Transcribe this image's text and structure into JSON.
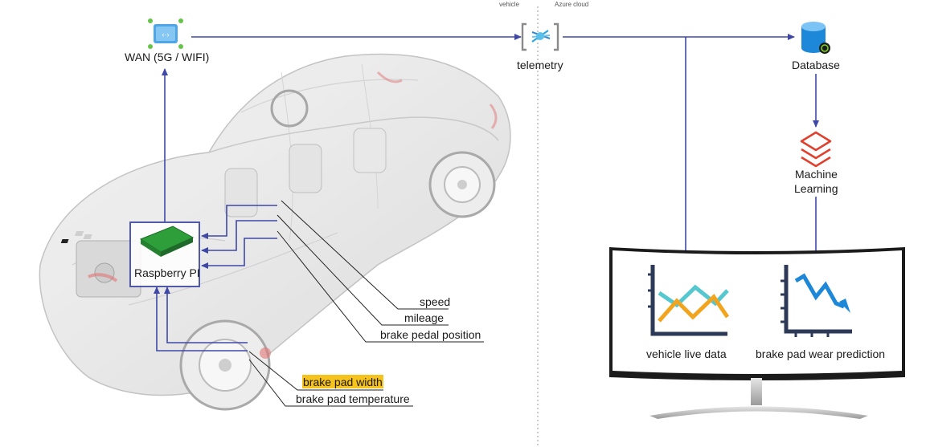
{
  "header": {
    "left_zone": "vehicle",
    "right_zone": "Azure cloud"
  },
  "nodes": {
    "wan": "WAN (5G / WIFI)",
    "telemetry": "telemetry",
    "database": "Database",
    "ml_line1": "Machine",
    "ml_line2": "Learning",
    "raspberry": "Raspberry PI"
  },
  "sensors": {
    "speed": "speed",
    "mileage": "mileage",
    "brake_pedal": "brake pedal position",
    "brake_pad_width": "brake pad width",
    "brake_pad_temp": "brake pad temperature"
  },
  "monitor": {
    "live_data": "vehicle live data",
    "prediction": "brake pad wear prediction"
  },
  "colors": {
    "arrow": "#3f48a6",
    "highlight": "#f6c21c",
    "monitor_frame": "#1b1b1b",
    "ml_icon": "#e0402e",
    "db_icon": "#1e88d8"
  }
}
